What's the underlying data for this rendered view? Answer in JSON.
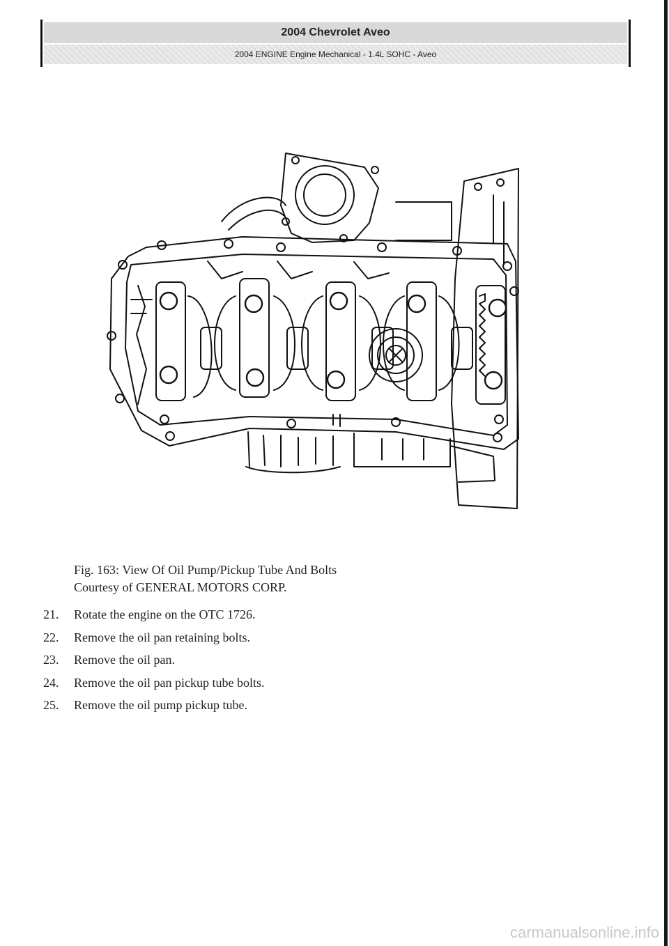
{
  "header": {
    "title": "2004 Chevrolet Aveo",
    "subtitle": "2004 ENGINE Engine Mechanical - 1.4L SOHC - Aveo"
  },
  "figure": {
    "caption_line1": "Fig. 163: View Of Oil Pump/Pickup Tube And Bolts",
    "caption_line2": "Courtesy of GENERAL MOTORS CORP."
  },
  "steps": [
    {
      "number": "21.",
      "text": "Rotate the engine on the OTC 1726."
    },
    {
      "number": "22.",
      "text": "Remove the oil pan retaining bolts."
    },
    {
      "number": "23.",
      "text": "Remove the oil pan."
    },
    {
      "number": "24.",
      "text": "Remove the oil pan pickup tube bolts."
    },
    {
      "number": "25.",
      "text": "Remove the oil pump pickup tube."
    }
  ],
  "watermark": "carmanualsonline.info"
}
